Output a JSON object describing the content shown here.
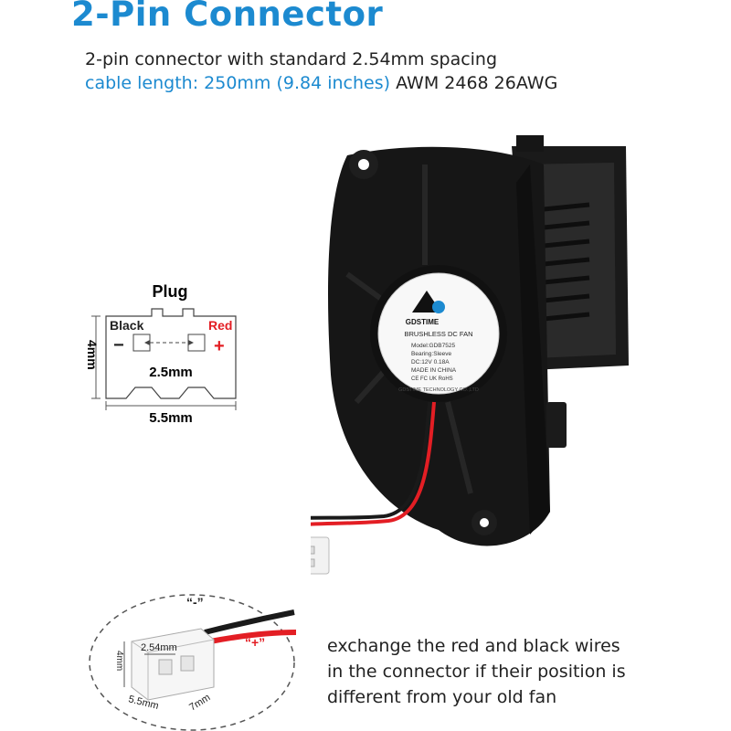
{
  "heading": "2-Pin Connector",
  "description": {
    "line1": "2-pin connector with standard 2.54mm spacing",
    "line2_blue": "cable length: 250mm (9.84 inches)",
    "line2_rest": " AWM 2468 26AWG"
  },
  "plug_diagram": {
    "title": "Plug",
    "left_label": "Black",
    "right_label": "Red",
    "minus": "−",
    "plus": "+",
    "height": "4mm",
    "pitch": "2.5mm",
    "width": "5.5mm"
  },
  "fan_label": {
    "brand": "GDSTIME",
    "type": "BRUSHLESS DC FAN",
    "model": "Model:GDB7525",
    "bearing": "Bearing:Sleeve",
    "rating": "DC:12V  0.18A",
    "origin": "MADE IN CHINA",
    "marks": "CE FC UK RoHS",
    "company": "GDSTIME TECHNOLOGY CO.,LTD"
  },
  "connector_detail": {
    "minus_label": "“-”",
    "plus_label": "“+”",
    "pitch": "2.54mm",
    "height": "4mm",
    "width": "5.5mm",
    "depth": "7mm"
  },
  "note": {
    "line1": "exchange the red and black wires",
    "line2": "in the connector if their position is",
    "line3": "different from your old fan"
  },
  "colors": {
    "accent": "#1c8ad0",
    "red": "#e31e24",
    "fan": "#141414"
  }
}
